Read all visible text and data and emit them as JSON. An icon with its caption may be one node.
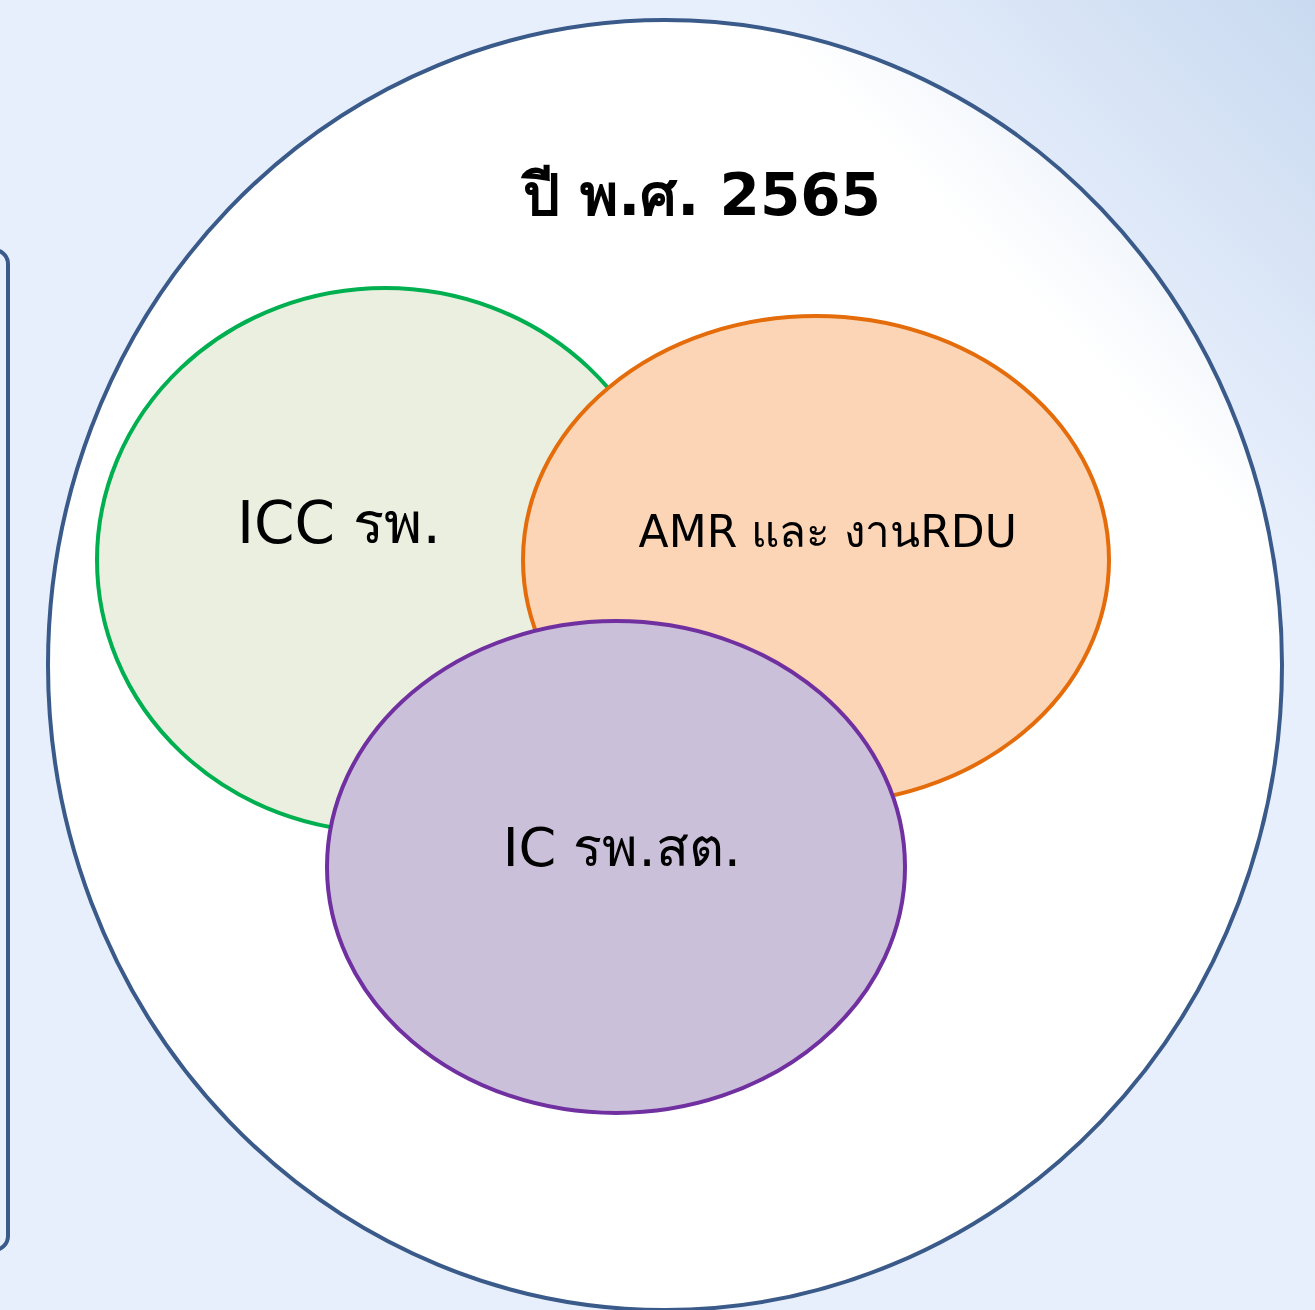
{
  "diagram": {
    "nodes": [
      {
        "text": [
          "ปี พ.ศ. 2565"
        ]
      },
      {
        "text": [
          "ICC รพ."
        ],
        "in": 0
      },
      {
        "text": [
          "AMR และ งานRDU"
        ],
        "in": 0
      },
      {
        "text": [
          "IC รพ.สต."
        ],
        "in": 0
      }
    ]
  }
}
